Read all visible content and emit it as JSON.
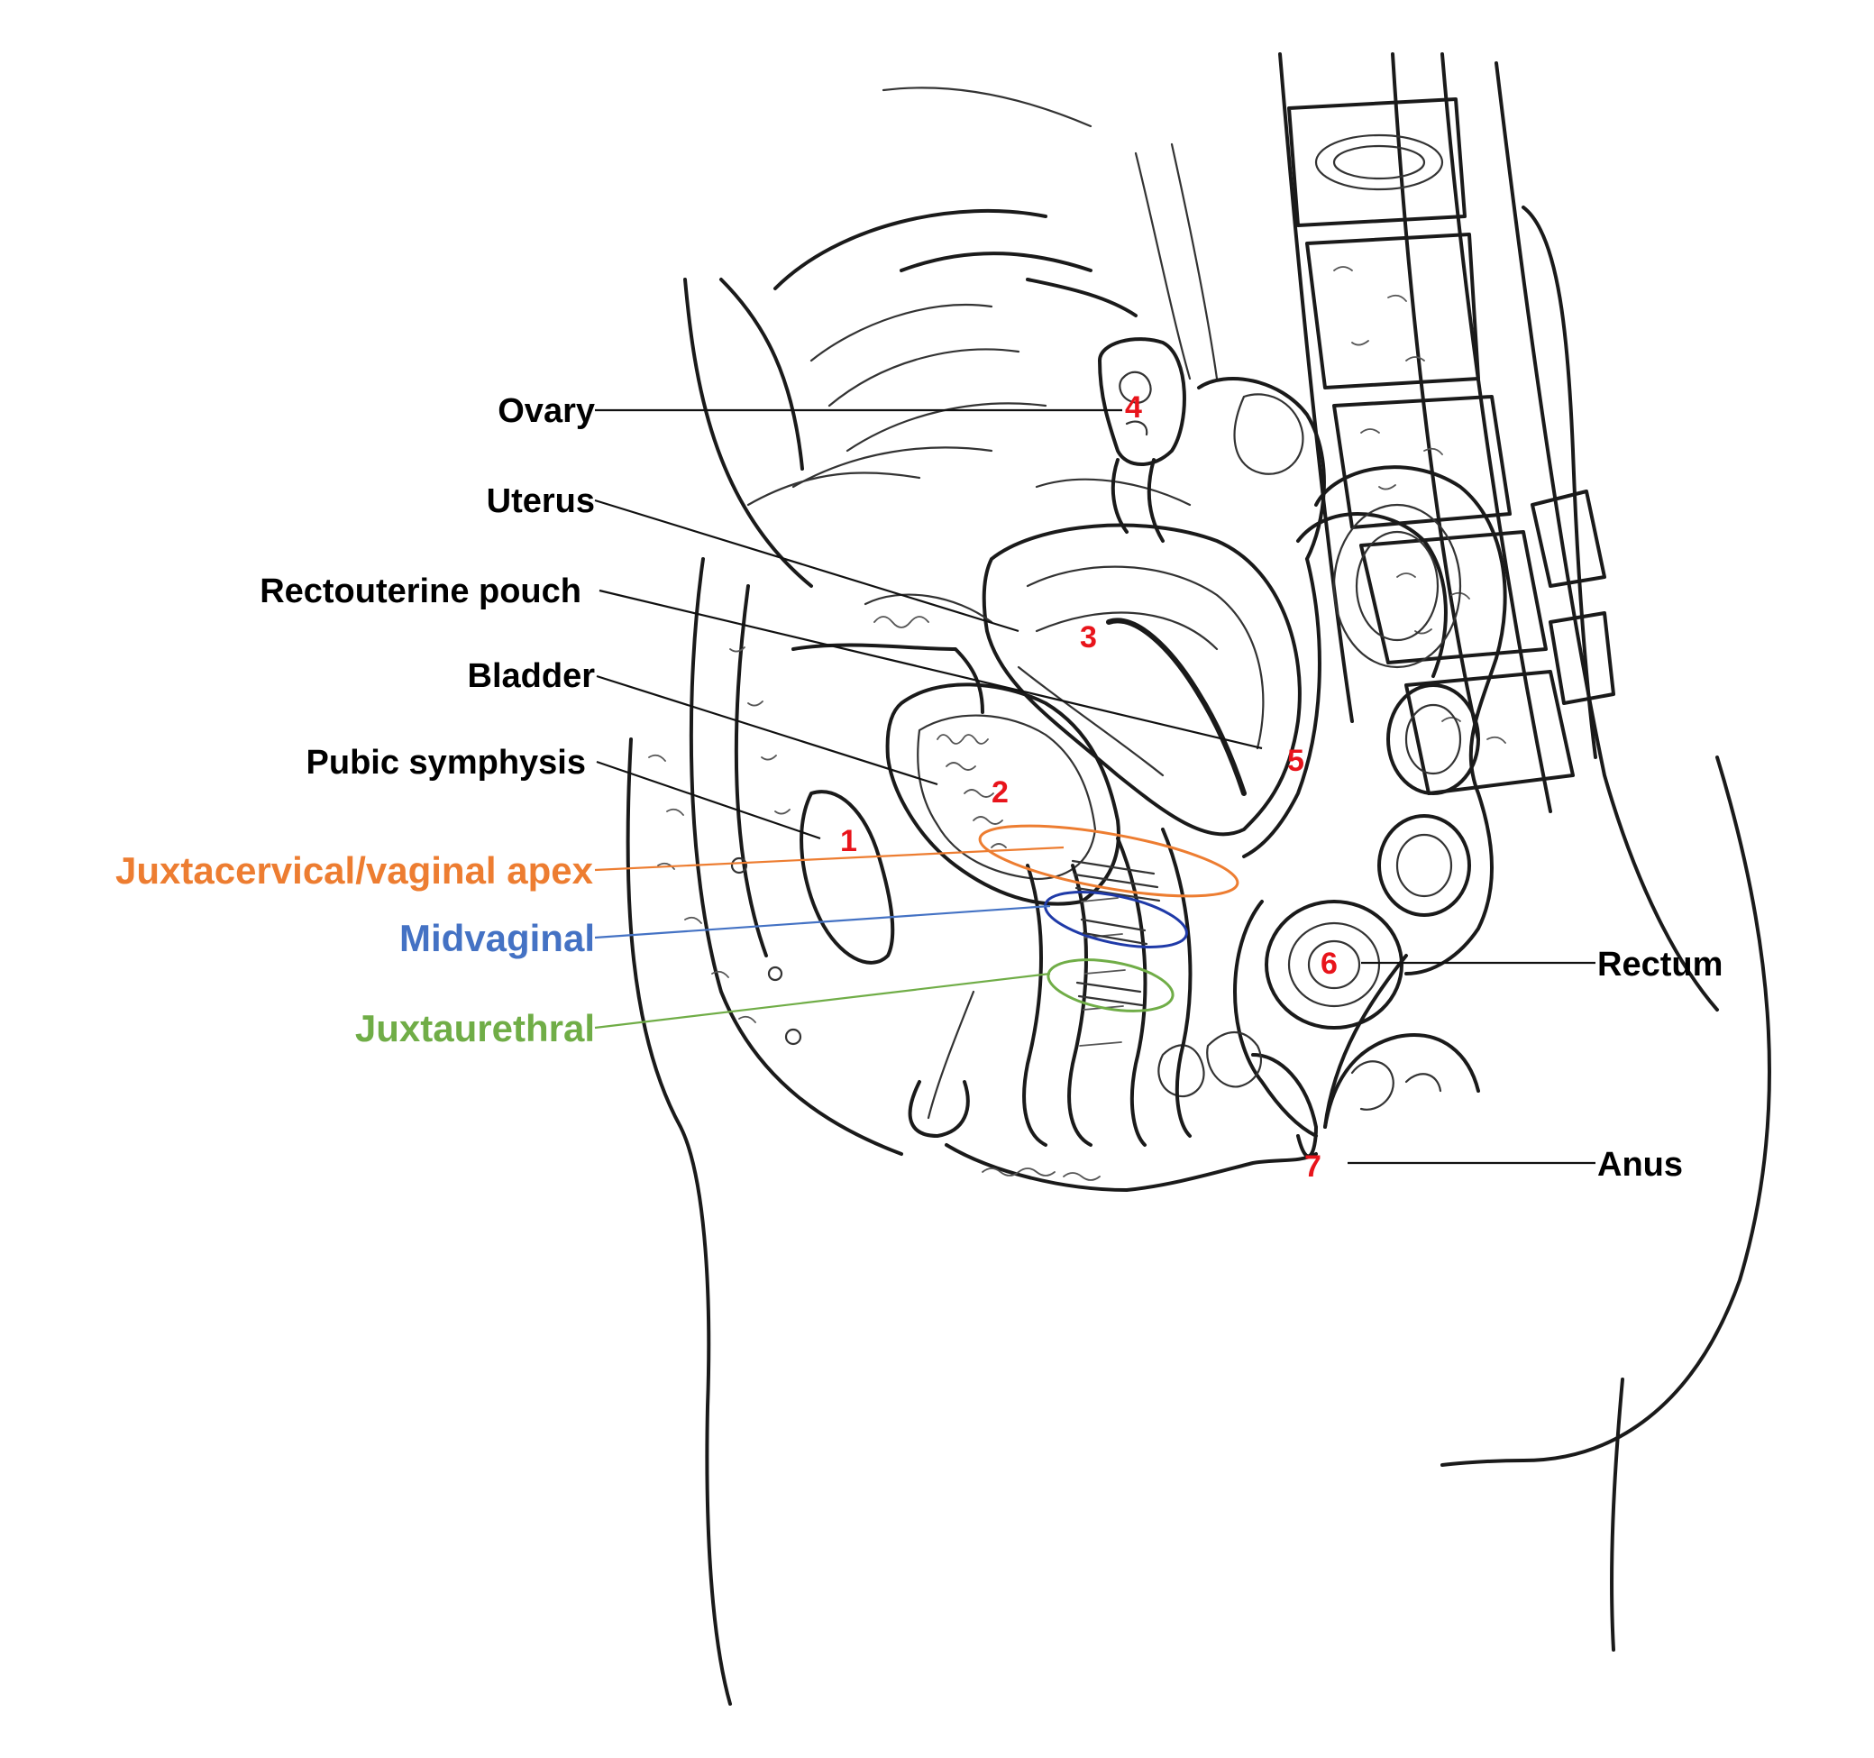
{
  "labels": {
    "ovary": "Ovary",
    "uterus": "Uterus",
    "rectouterine_pouch": "Rectouterine pouch",
    "bladder": "Bladder",
    "pubic_symphysis": "Pubic symphysis",
    "juxtacervical": "Juxtacervical/vaginal apex",
    "midvaginal": "Midvaginal",
    "juxtaurethral": "Juxtaurethral",
    "rectum": "Rectum",
    "anus": "Anus"
  },
  "numbers": {
    "n1": "1",
    "n2": "2",
    "n3": "3",
    "n4": "4",
    "n5": "5",
    "n6": "6",
    "n7": "7"
  },
  "colors": {
    "text": "#000000",
    "marker_numbers": "#e8141b",
    "juxtacervical": "#ed7d31",
    "midvaginal": "#1f3aa8",
    "midvaginal_text": "#4472c4",
    "juxtaurethral": "#70ad47"
  }
}
